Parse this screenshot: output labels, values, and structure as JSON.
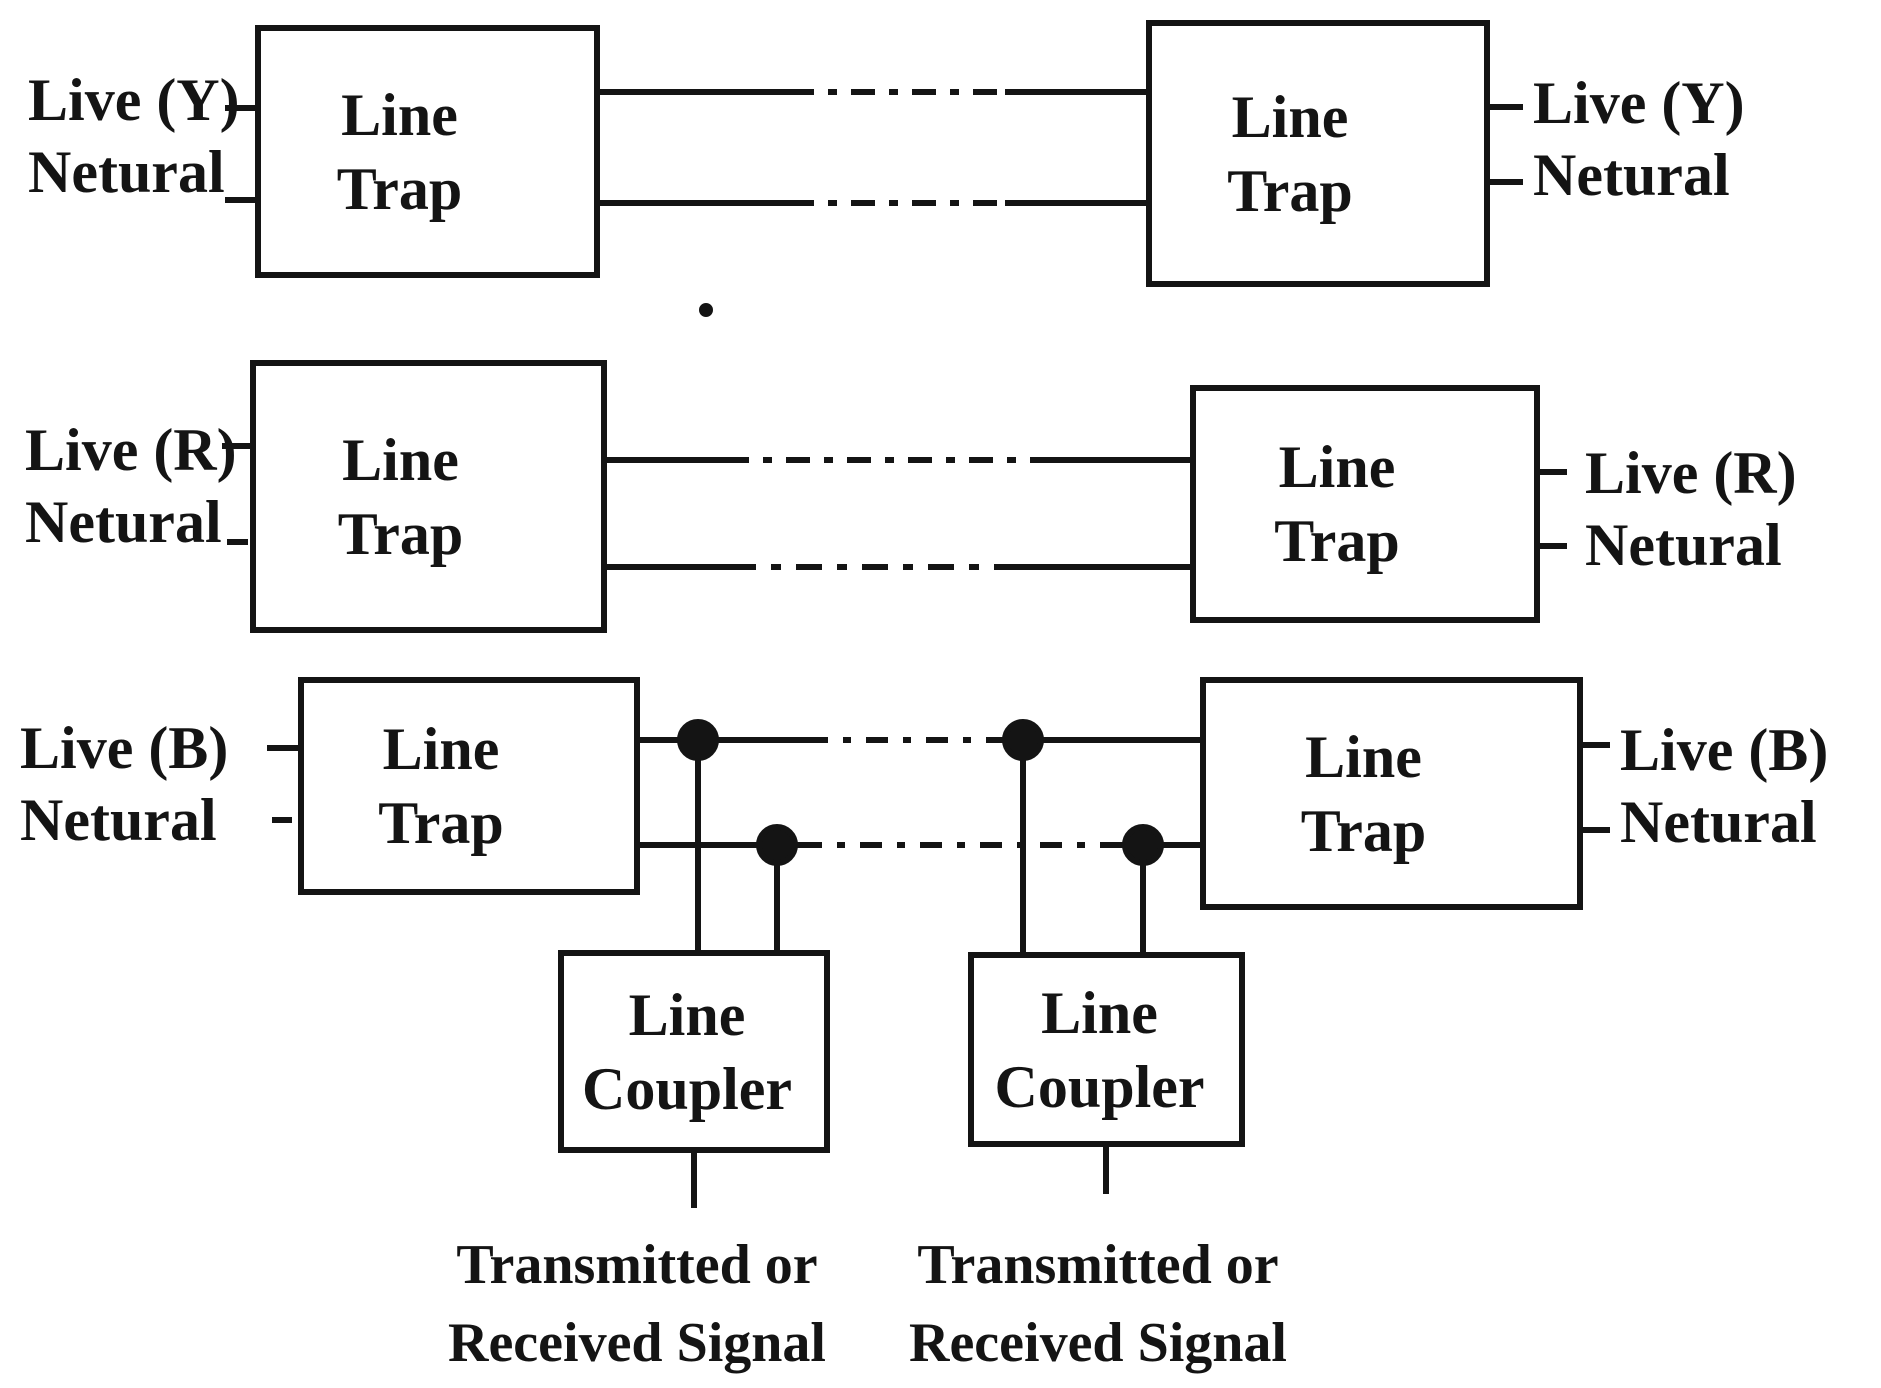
{
  "colors": {
    "ink": "#141414",
    "background": "#ffffff"
  },
  "diagram": {
    "phases": [
      {
        "name": "Y",
        "left": {
          "line1": "Live (Y)",
          "line2": "Netural"
        },
        "right": {
          "line1": "Live (Y)",
          "line2": "Netural"
        }
      },
      {
        "name": "R",
        "left": {
          "line1": "Live (R)",
          "line2": "Netural"
        },
        "right": {
          "line1": "Live (R)",
          "line2": "Netural"
        }
      },
      {
        "name": "B",
        "left": {
          "line1": "Live (B)",
          "line2": "Netural"
        },
        "right": {
          "line1": "Live (B)",
          "line2": "Netural"
        }
      }
    ],
    "line_trap": {
      "line1": "Line",
      "line2": "Trap"
    },
    "line_coupler": {
      "line1": "Line",
      "line2": "Coupler"
    },
    "signal": {
      "line1": "Transmitted or",
      "line2": "Received Signal"
    }
  }
}
